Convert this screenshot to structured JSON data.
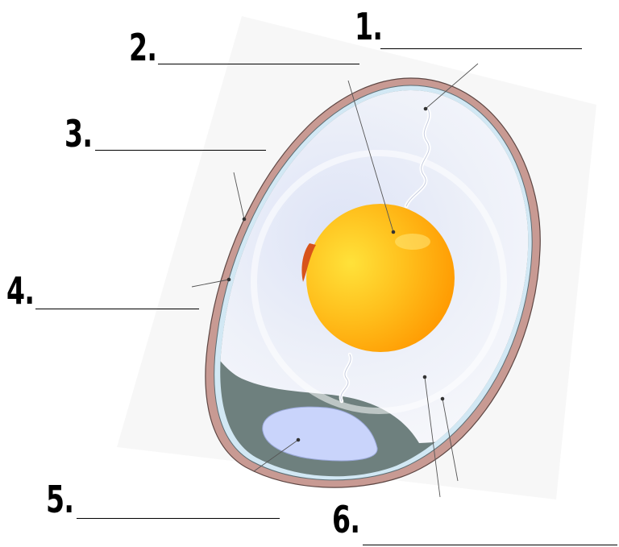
{
  "labels": [
    {
      "id": "1",
      "text": "1."
    },
    {
      "id": "2",
      "text": "2."
    },
    {
      "id": "3",
      "text": "3."
    },
    {
      "id": "4",
      "text": "4."
    },
    {
      "id": "5",
      "text": "5."
    },
    {
      "id": "6",
      "text": "6."
    }
  ],
  "colors": {
    "shell": "#c89a93",
    "shell_outline": "#5e4744",
    "membrane": "#cfe6f2",
    "albumen": "#eef0f8",
    "yolk_center": "#ffc21c",
    "yolk_edge": "#ff9a00",
    "air_cell": "#cad5fb",
    "air_zone": "#6b7d7b",
    "chalaza": "#ffffff",
    "pointer": "#555555"
  },
  "icons": {
    "egg": "egg-cross-section-illustration"
  }
}
